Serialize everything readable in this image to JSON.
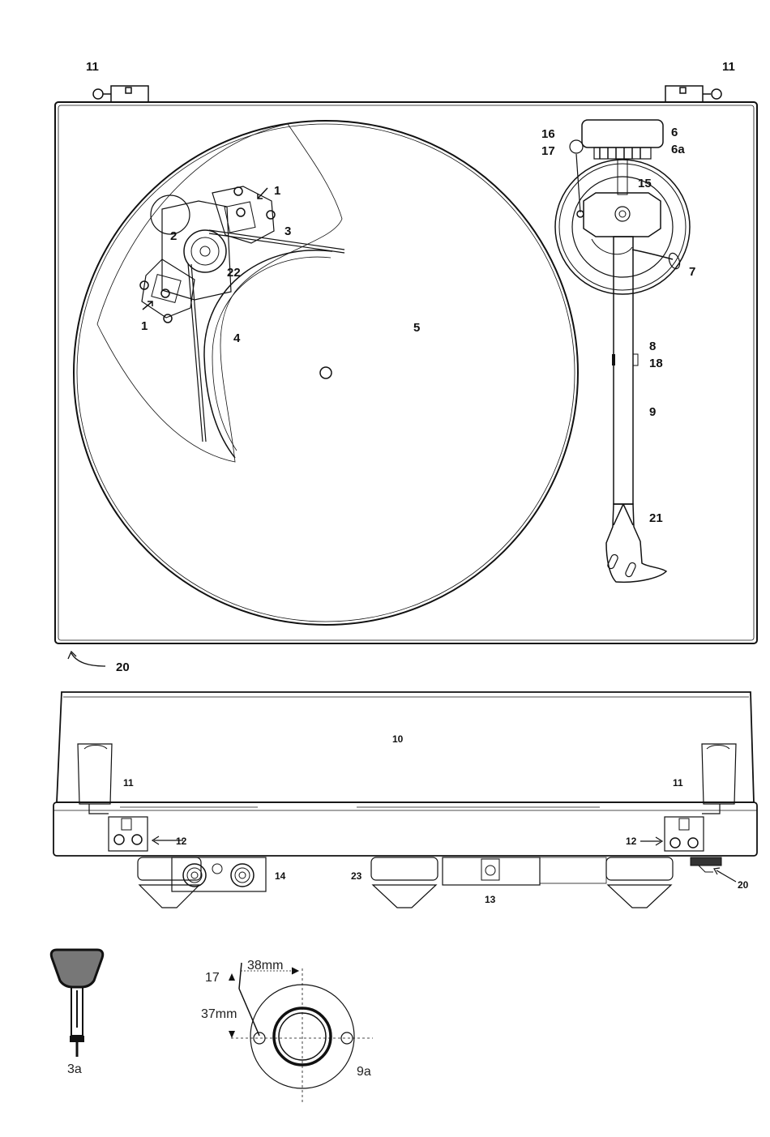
{
  "top_view": {
    "hinge_left_label": "11",
    "hinge_right_label": "11",
    "motor_screw_label_top": "1",
    "motor_screw_label_bottom": "1",
    "motor_label": "2",
    "belt_label": "3",
    "subplatter_label": "4",
    "platter_label": "5",
    "counterweight_label": "6",
    "counterweight_ring_label": "6a",
    "antiskate_label_a": "16",
    "antiskate_label_b": "17",
    "antiskate_weight_label": "15",
    "cue_lever_label": "7",
    "arm_label_a": "8",
    "arm_label_b": "18",
    "tonearm_label": "9",
    "headshell_label": "21",
    "pulley_label": "22",
    "power_switch_label": "20"
  },
  "rear_view": {
    "dustcover_label": "10",
    "hinge_left_label": "11",
    "hinge_right_label": "11",
    "hinge_screw_left_label": "12",
    "hinge_screw_right_label": "12",
    "rca_outputs_label": "14",
    "foot_label": "23",
    "power_socket_label": "13",
    "power_switch_label": "20"
  },
  "details": {
    "belt_tool_label": "3a",
    "dim_width_text": "38mm",
    "dim_height_text": "37mm",
    "dim_ref_label": "17",
    "mount_label": "9a"
  }
}
